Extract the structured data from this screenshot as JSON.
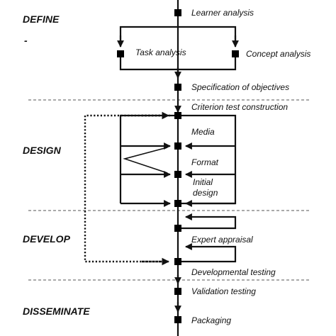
{
  "phases": {
    "define": "DEFINE",
    "design": "DESIGN",
    "develop": "DEVELOP",
    "disseminate": "DISSEMINATE"
  },
  "steps": {
    "learner_analysis": "Learner analysis",
    "task_analysis": "Task analysis",
    "concept_analysis": "Concept analysis",
    "specification_of_objectives": "Specification of objectives",
    "criterion_test_construction": "Criterion test construction",
    "media": "Media",
    "format": "Format",
    "initial_design_line1": "Initial",
    "initial_design_line2": "design",
    "expert_appraisal": "Expert appraisal",
    "developmental_testing": "Developmental testing",
    "validation_testing": "Validation testing",
    "packaging": "Packaging"
  },
  "stray_mark": "-"
}
